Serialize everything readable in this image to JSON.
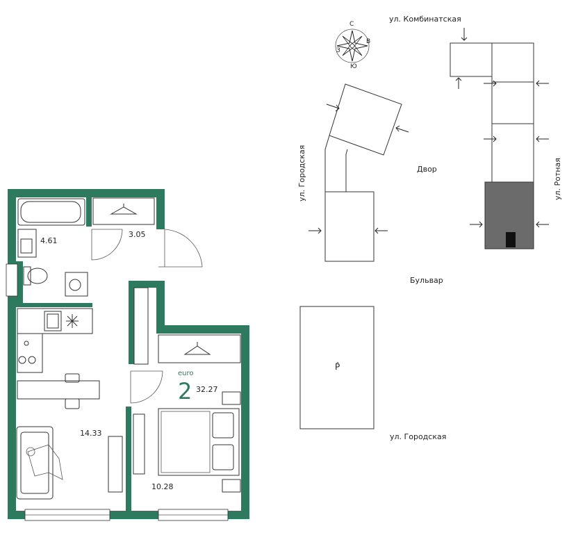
{
  "plan": {
    "rooms": {
      "bathroom_area": "4.61",
      "hallway_area": "3.05",
      "kitchen_area": "14.33",
      "bedroom_area": "10.28"
    },
    "apartment_type": "euro",
    "rooms_count": "2",
    "total_area": "32.27",
    "wall_color": "#2e7a5e"
  },
  "site": {
    "compass": {
      "north": "С",
      "east": "В",
      "south": "Ю",
      "west": "З"
    },
    "streets": {
      "top": "ул. Комбинатская",
      "left": "ул. Городская",
      "right": "ул. Ротная",
      "bottom": "ул. Городская"
    },
    "labels": {
      "yard": "Двор",
      "boulevard": "Бульвар",
      "parking": "P̂"
    },
    "highlight_color": "#6b6b6b"
  }
}
